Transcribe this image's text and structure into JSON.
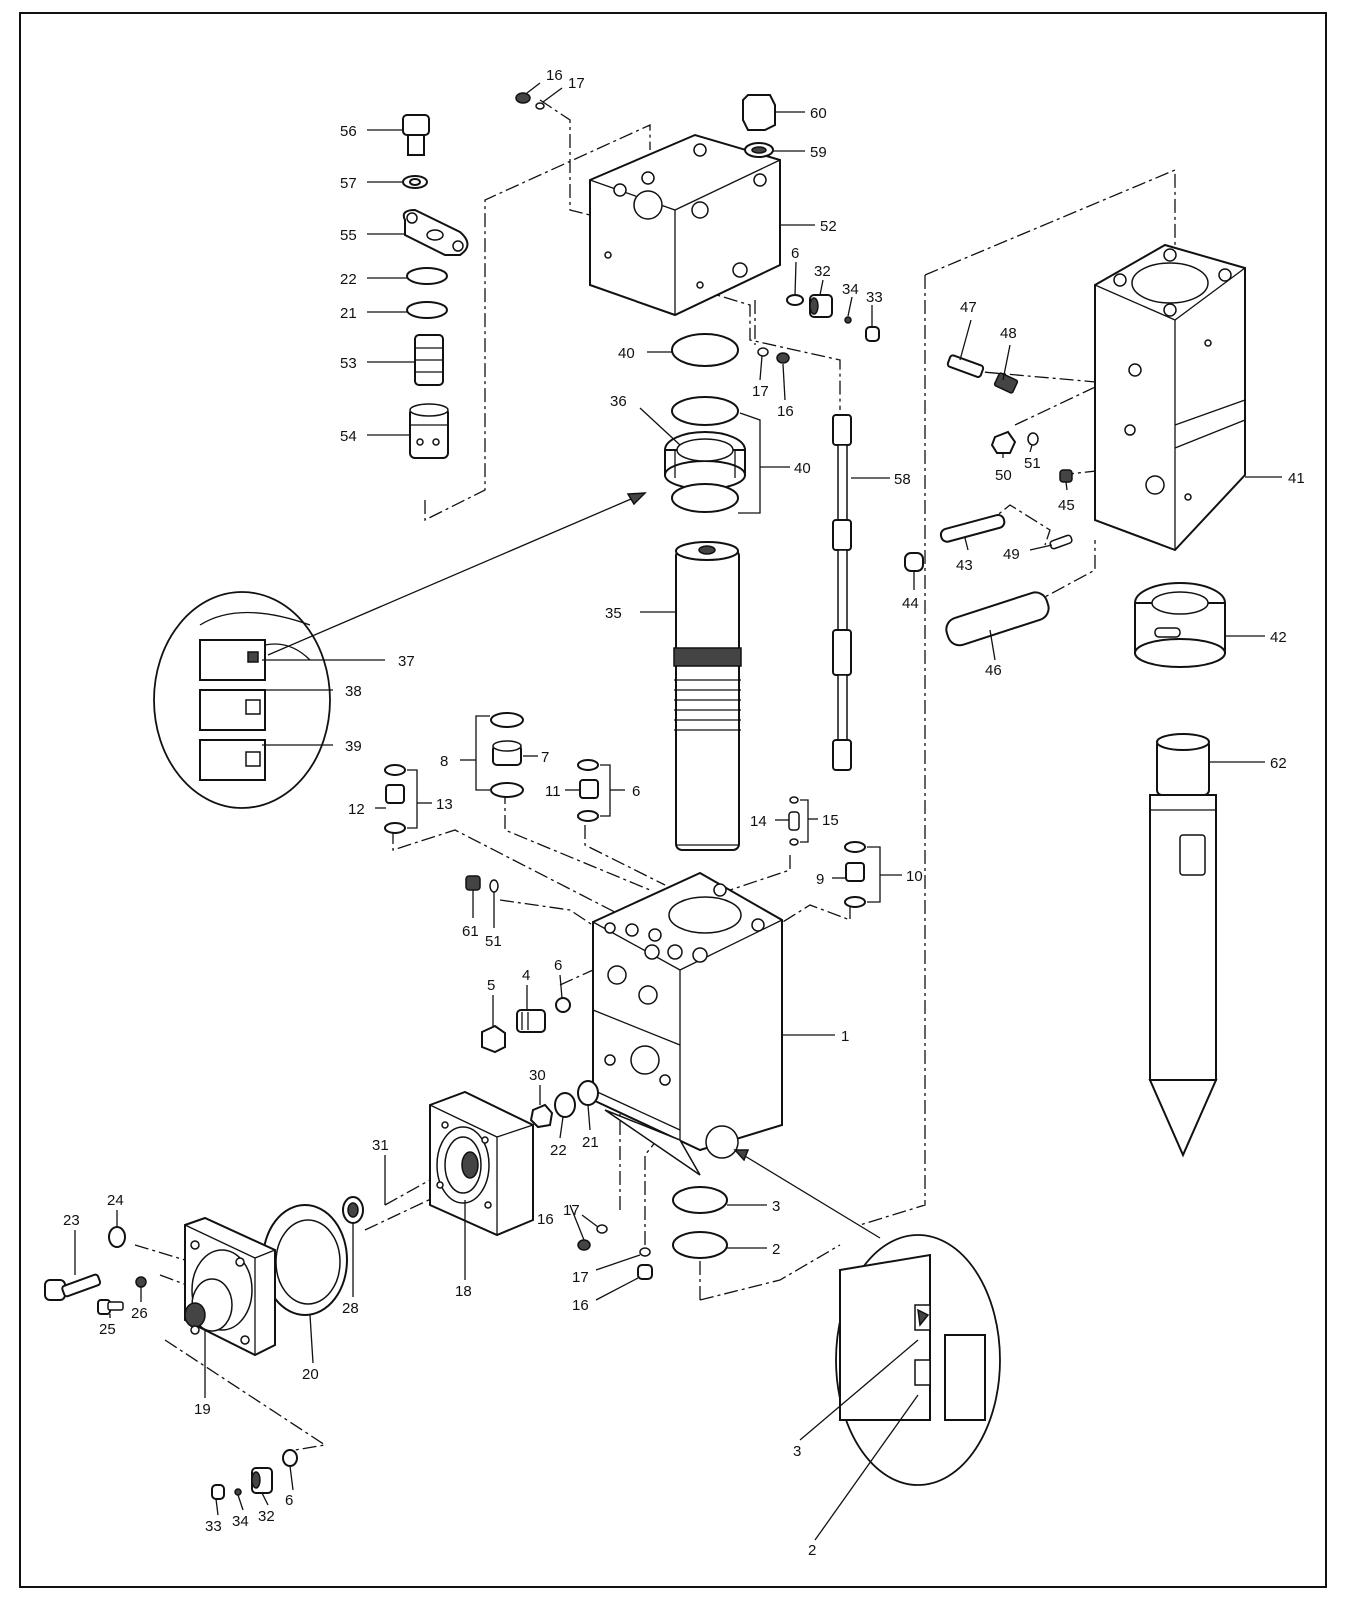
{
  "callouts": {
    "c56": "56",
    "c57": "57",
    "c55": "55",
    "c22a": "22",
    "c21a": "21",
    "c53": "53",
    "c54": "54",
    "c16a": "16",
    "c17a": "17",
    "c60": "60",
    "c59": "59",
    "c52": "52",
    "c6a": "6",
    "c32a": "32",
    "c34a": "34",
    "c33a": "33",
    "c40a": "40",
    "c17b": "17",
    "c16b": "16",
    "c36": "36",
    "c40b": "40",
    "c58": "58",
    "c35": "35",
    "c47": "47",
    "c48": "48",
    "c50": "50",
    "c51a": "51",
    "c45": "45",
    "c41": "41",
    "c43": "43",
    "c49": "49",
    "c44": "44",
    "c46": "46",
    "c42": "42",
    "c62": "62",
    "c37": "37",
    "c38": "38",
    "c39": "39",
    "c8": "8",
    "c7": "7",
    "c11": "11",
    "c6b": "6",
    "c12": "12",
    "c13": "13",
    "c14": "14",
    "c15": "15",
    "c9": "9",
    "c10": "10",
    "c61": "61",
    "c51b": "51",
    "c5": "5",
    "c4": "4",
    "c6c": "6",
    "c1": "1",
    "c30": "30",
    "c22b": "22",
    "c21b": "21",
    "c31": "31",
    "c23": "23",
    "c24": "24",
    "c25": "25",
    "c26": "26",
    "c19": "19",
    "c20": "20",
    "c28": "28",
    "c18": "18",
    "c16c": "16",
    "c17c": "17",
    "c17d": "17",
    "c16d": "16",
    "c3a": "3",
    "c2a": "2",
    "c33b": "33",
    "c34b": "34",
    "c32b": "32",
    "c6d": "6",
    "c3b": "3",
    "c2b": "2"
  }
}
